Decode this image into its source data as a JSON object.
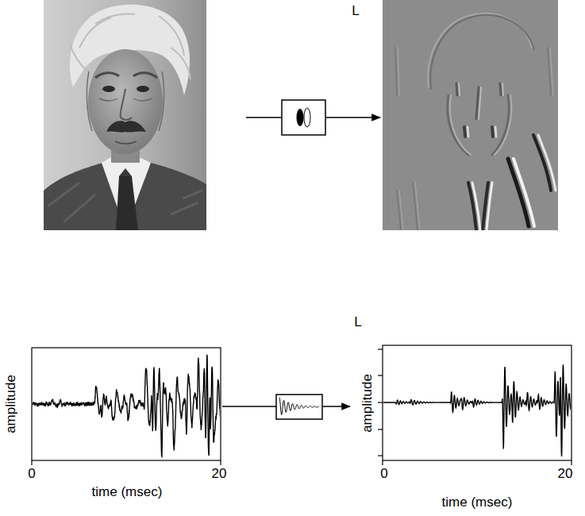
{
  "diagram": {
    "labels": [
      "L",
      "amplitude",
      "0",
      "20",
      "time (msec)",
      "L",
      "amplitude",
      "0",
      "20",
      "time (msec)"
    ]
  }
}
